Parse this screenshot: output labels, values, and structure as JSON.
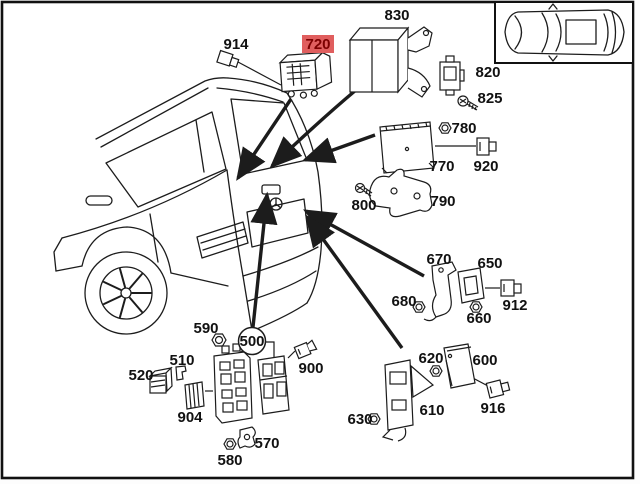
{
  "diagram": {
    "kind": "vehicle-parts-diagram",
    "highlighted_part": "720",
    "colors": {
      "background": "#ffffff",
      "line": "#1c1c1c",
      "highlight_bg": "#e05e5e",
      "highlight_text": "#7c0000",
      "label_text": "#111111"
    },
    "labels": {
      "l914": "914",
      "l720": "720",
      "l830": "830",
      "l820": "820",
      "l825": "825",
      "l780": "780",
      "l920": "920",
      "l770": "770",
      "l790": "790",
      "l800": "800",
      "l670": "670",
      "l650": "650",
      "l912": "912",
      "l680": "680",
      "l660": "660",
      "l620": "620",
      "l600": "600",
      "l916": "916",
      "l610": "610",
      "l630": "630",
      "l590": "590",
      "l500": "500",
      "l510": "510",
      "l520": "520",
      "l904": "904",
      "l900": "900",
      "l570": "570",
      "l580": "580"
    }
  }
}
